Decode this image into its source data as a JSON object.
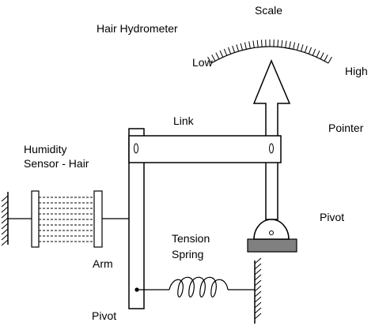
{
  "labels": {
    "title": "Hair Hydrometer",
    "scale": "Scale",
    "low": "Low",
    "high": "High",
    "link": "Link",
    "pointer": "Pointer",
    "sensor_line1": "Humidity",
    "sensor_line2": "Sensor - Hair",
    "pivot_right": "Pivot",
    "tension_line1": "Tension",
    "tension_line2": "Spring",
    "arm": "Arm",
    "pivot_left": "Pivot"
  },
  "colors": {
    "stroke": "#000000",
    "fill": "#ffffff",
    "base": "#808080"
  }
}
